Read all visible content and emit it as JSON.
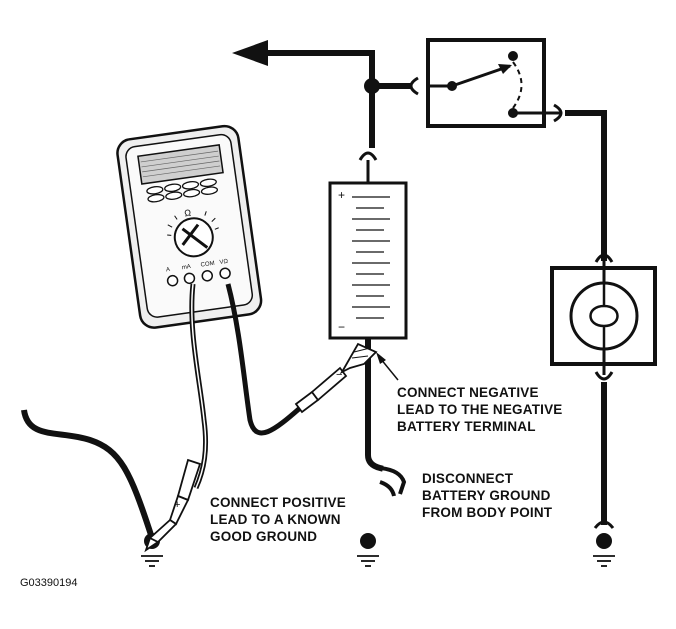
{
  "callouts": {
    "negative_lead": [
      "CONNECT NEGATIVE",
      "LEAD TO THE NEGATIVE",
      "BATTERY TERMINAL"
    ],
    "disconnect_ground": [
      "DISCONNECT",
      "BATTERY GROUND",
      "FROM BODY POINT"
    ],
    "positive_lead": [
      "CONNECT POSITIVE",
      "LEAD TO A KNOWN",
      "GOOD GROUND"
    ]
  },
  "battery": {
    "positive_mark": "+",
    "negative_mark": "−"
  },
  "meter": {
    "jack_a": "A",
    "jack_ma": "mA",
    "jack_com": "COM",
    "jack_v": "VΩ",
    "dial_label": "Ω",
    "probe_positive_mark": "+",
    "probe_negative_mark": "−"
  },
  "figure_id": "G03390194",
  "colors": {
    "ink": "#111111",
    "paper": "#ffffff",
    "meter_body": "#efefef",
    "display": "#cfcfcf"
  }
}
